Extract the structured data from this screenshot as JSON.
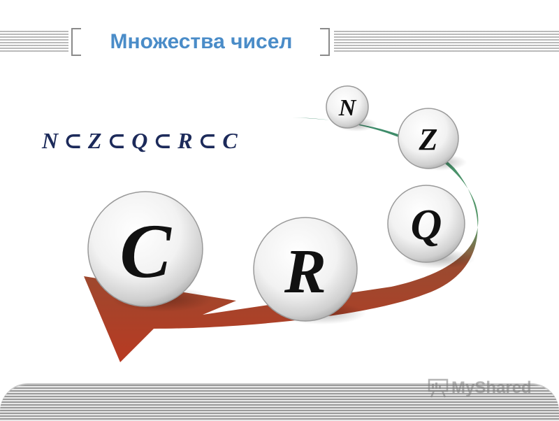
{
  "header": {
    "title": "Множества чисел"
  },
  "formula": "N ⊂ Z ⊂ Q ⊂ R ⊂ C",
  "sets": [
    {
      "letter": "N"
    },
    {
      "letter": "Z"
    },
    {
      "letter": "Q"
    },
    {
      "letter": "R"
    },
    {
      "letter": "C"
    }
  ],
  "colors": {
    "title": "#4a8cc8",
    "formula": "#1c2a5a",
    "arrow_start": "#3a8a6a",
    "arrow_end": "#b83a22"
  },
  "watermark": {
    "text": "MyShared"
  }
}
